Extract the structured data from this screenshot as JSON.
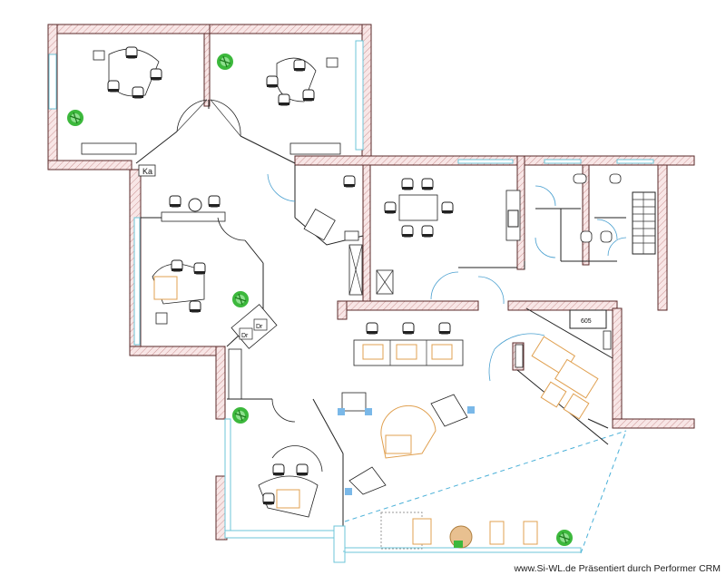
{
  "room_labels": {
    "ka": "Ka",
    "dr1": "Dr",
    "dr2": "Dr",
    "num": "605"
  },
  "footer": "www.Si-WL.de Präsentiert durch Performer CRM",
  "colors": {
    "wall_fill": "#f6dede",
    "wall_stroke": "#5a2a2a",
    "glass": "#6cc6d8",
    "plant": "#3cb83c",
    "furniture_accent": "#e0a050",
    "marker_blue": "#7ab8e8"
  },
  "icons": [
    "plant-icon",
    "desk-icon",
    "chair-icon",
    "door-swing-icon",
    "stair-icon",
    "toilet-icon"
  ]
}
